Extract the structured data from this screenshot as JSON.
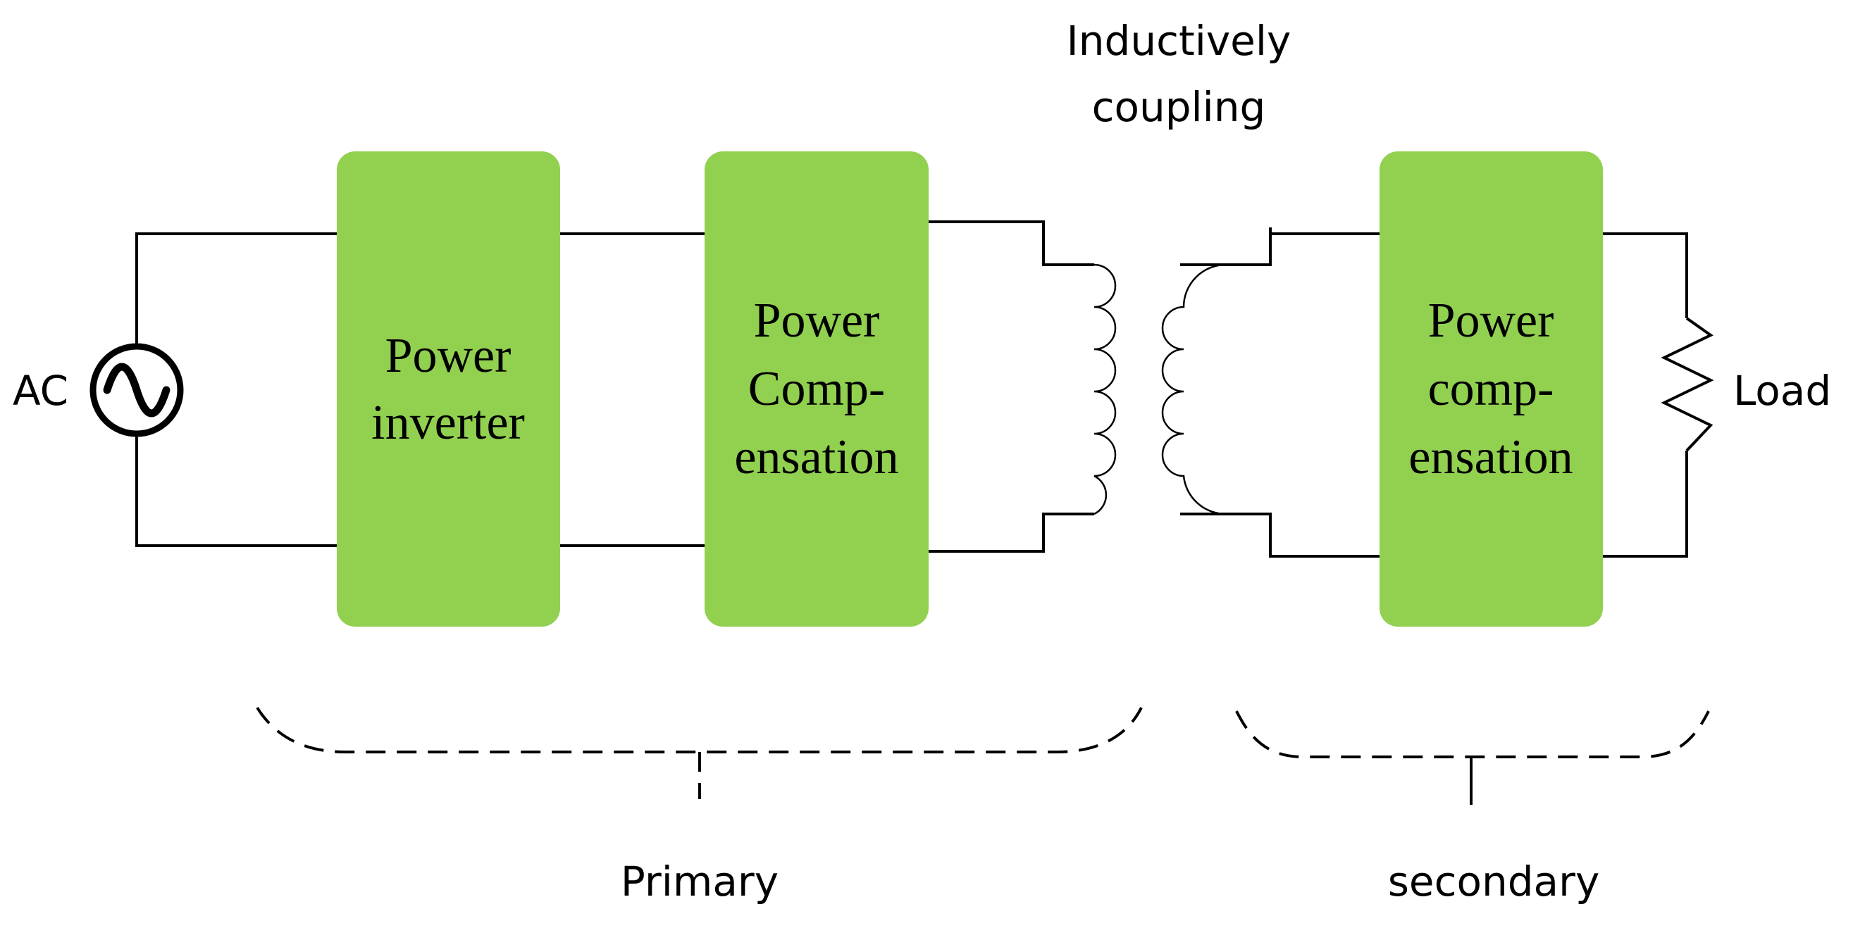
{
  "diagram": {
    "source_label": "AC",
    "load_label": "Load",
    "coupling_label": {
      "line1": "Inductively",
      "line2": "coupling"
    },
    "blocks": {
      "inverter": {
        "line1": "Power",
        "line2": "inverter"
      },
      "primary_compensation": {
        "line1": "Power",
        "line2": "Comp-",
        "line3": "ensation"
      },
      "secondary_compensation": {
        "line1": "Power",
        "line2": "comp-",
        "line3": "ensation"
      }
    },
    "sections": {
      "primary": "Primary",
      "secondary": "secondary"
    },
    "colors": {
      "block_fill": "#92D050",
      "wire": "#000000",
      "text": "#000000"
    }
  }
}
